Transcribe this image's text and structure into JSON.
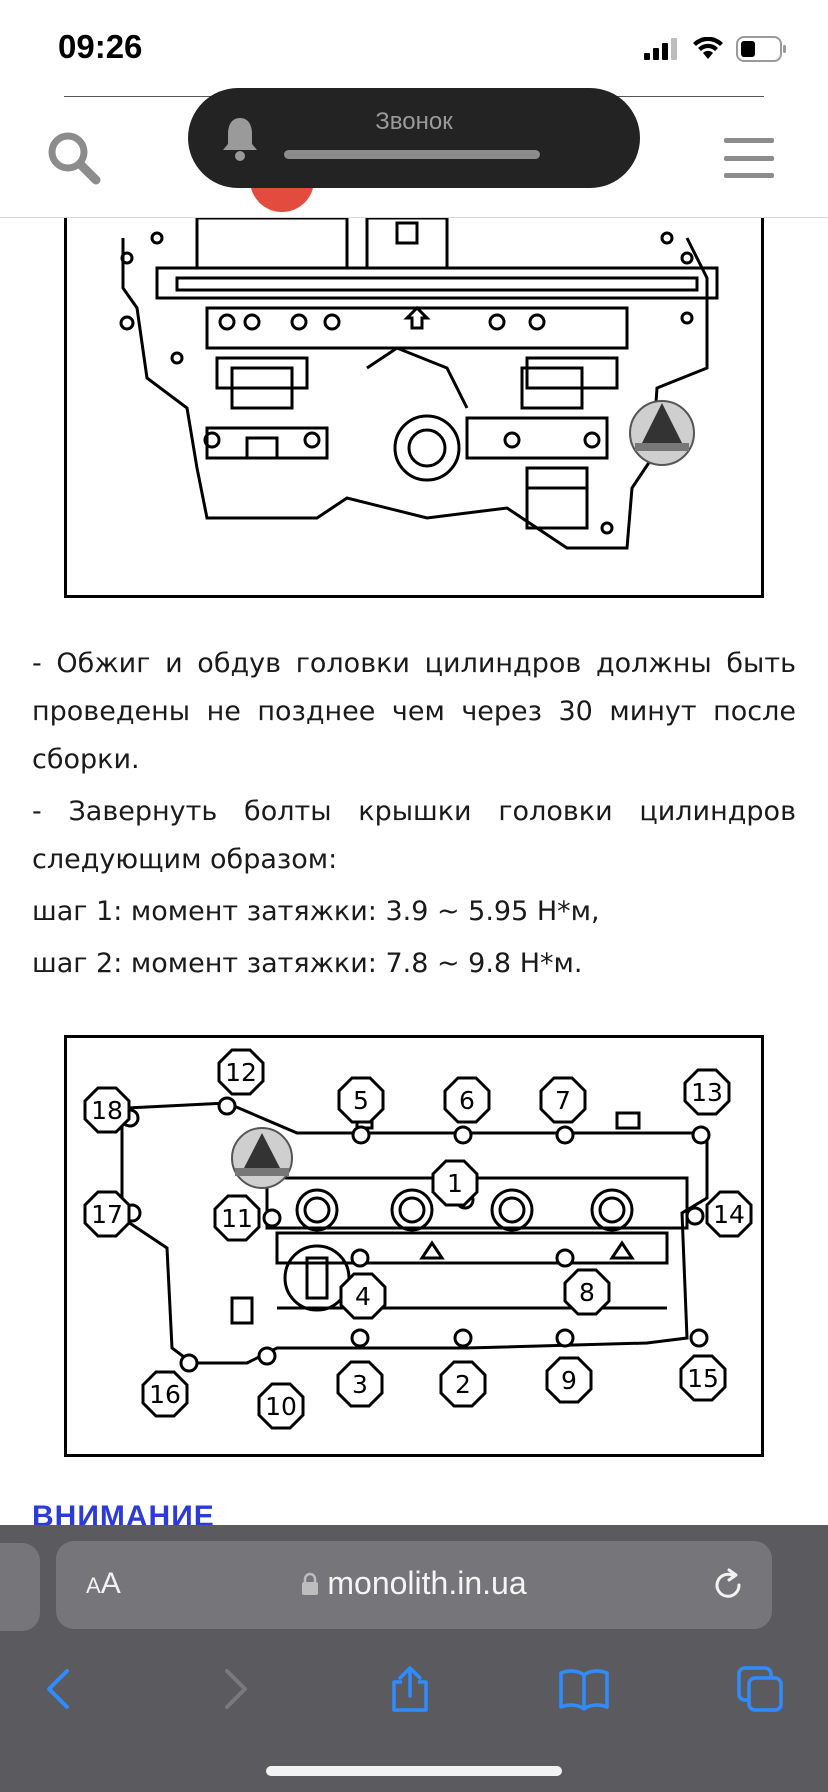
{
  "status_bar": {
    "time": "09:26"
  },
  "notification": {
    "title": "Звонок",
    "icon": "bell-icon"
  },
  "header": {
    "search_icon": "search-icon",
    "menu_icon": "hamburger-menu-icon"
  },
  "article": {
    "paragraph_1": "- Обжиг и обдув головки цилиндров должны быть проведены не позднее чем через 30 минут после сборки.",
    "paragraph_2": "- Завернуть болты крышки головки цилиндров следующим образом:",
    "step_1": "шаг 1: момент затяжки: 3.9 ~ 5.95 Н*м,",
    "step_2": "шаг 2: момент затяжки: 7.8 ~ 9.8 Н*м.",
    "warning_heading": "ВНИМАНИЕ"
  },
  "bolt_diagram": {
    "bolt_labels": [
      "1",
      "2",
      "3",
      "4",
      "5",
      "6",
      "7",
      "8",
      "9",
      "10",
      "11",
      "12",
      "13",
      "14",
      "15",
      "16",
      "17",
      "18"
    ]
  },
  "browser": {
    "text_size_label_small": "A",
    "text_size_label_big": "A",
    "url": "monolith.in.ua",
    "toolbar": [
      "back-icon",
      "forward-icon",
      "share-icon",
      "bookmarks-icon",
      "tabs-icon"
    ]
  },
  "colors": {
    "accent_link": "#2b3bd6",
    "browser_chrome": "#5b5b5f",
    "address_field": "#76767a",
    "pill_background": "#232323"
  }
}
